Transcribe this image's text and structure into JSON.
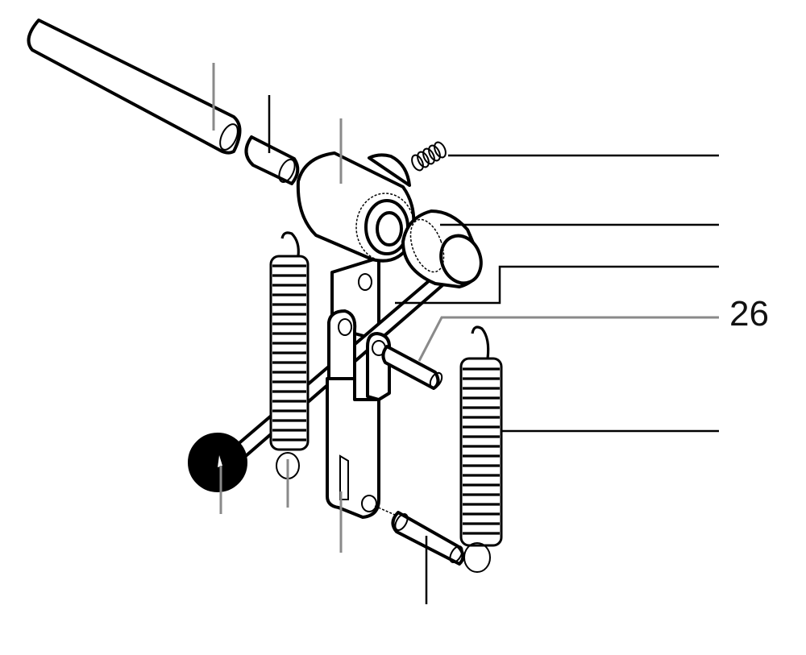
{
  "diagram": {
    "type": "exploded parts diagram",
    "subject": "lever / spring linkage assembly",
    "callouts": [
      {
        "label": "26",
        "target": "pin-with-bent-leader"
      }
    ],
    "parts": [
      "long-rod",
      "short-sleeve",
      "pivot-bracket",
      "set-screw",
      "cam-roller",
      "lever-arm-with-black-knob",
      "left-tension-spring",
      "right-tension-spring",
      "guide-pin",
      "link-plate",
      "lower-pin"
    ],
    "colors": {
      "background": "#ffffff",
      "line": "#000000",
      "leader_grey": "#8a8a8a"
    }
  }
}
